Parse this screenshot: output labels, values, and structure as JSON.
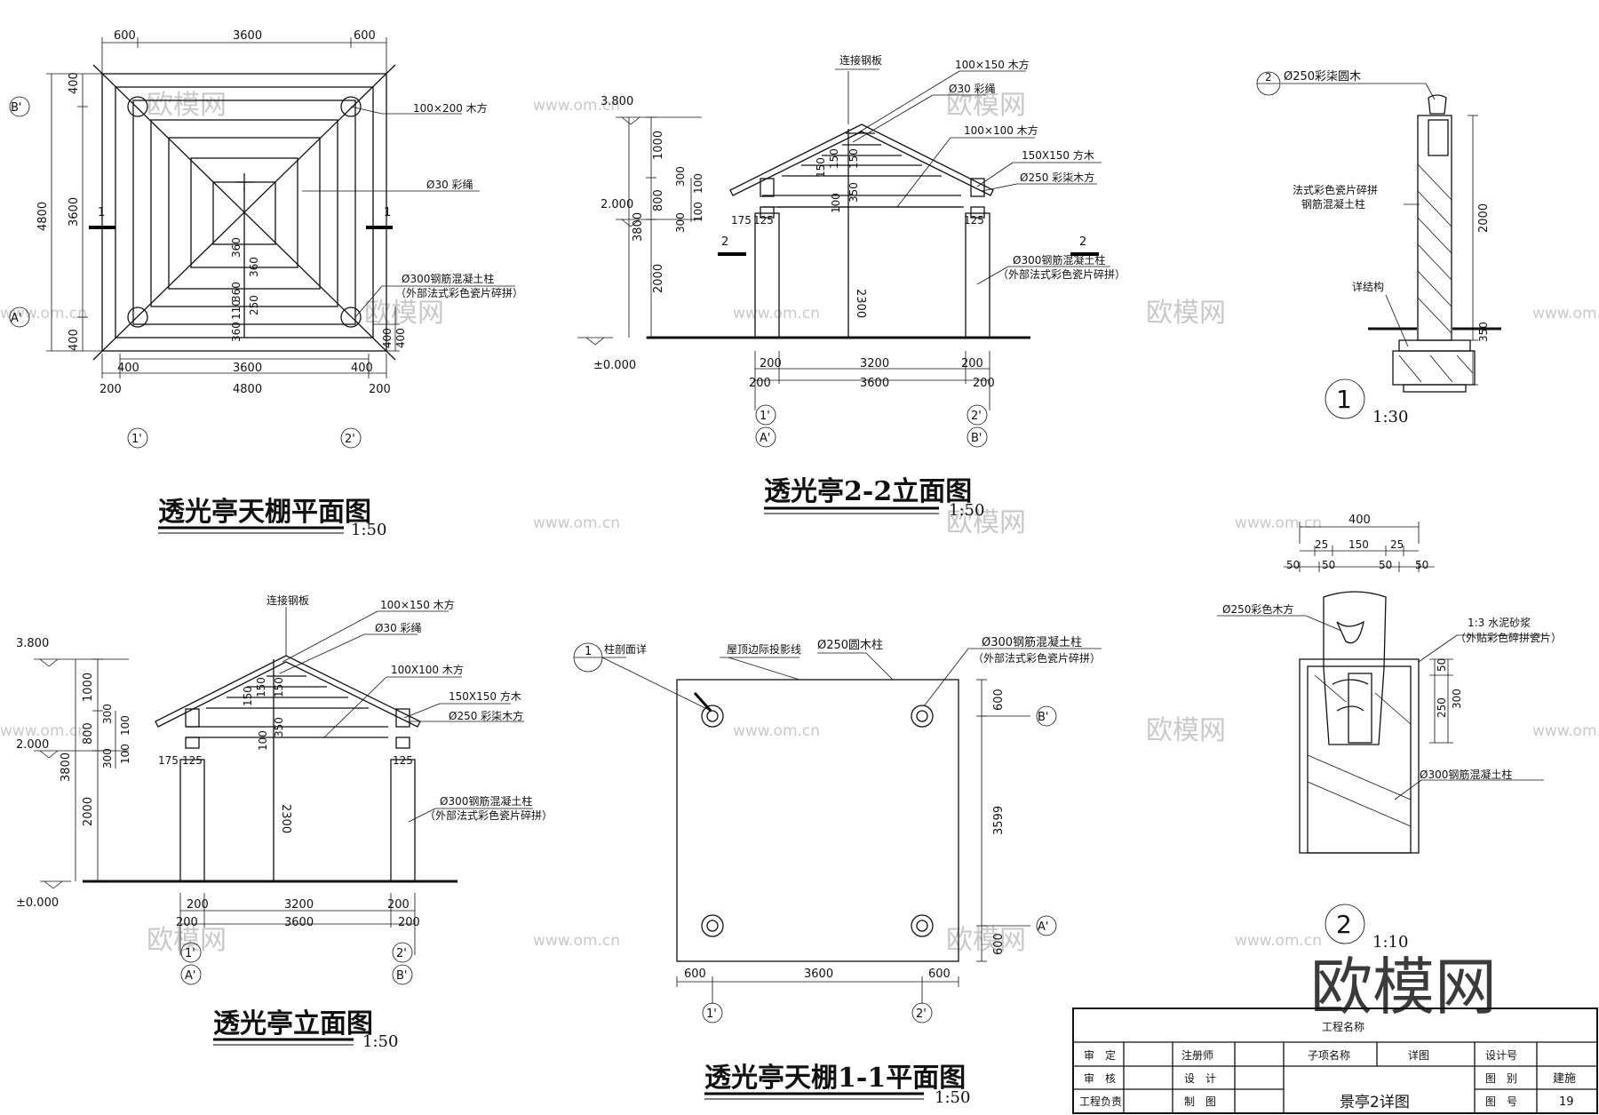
{
  "watermark": {
    "logo": "欧模网",
    "url": "www.om.cn"
  },
  "plan": {
    "title": "透光亭天棚平面图",
    "scale": "1:50",
    "dim_top": [
      "600",
      "3600",
      "600"
    ],
    "dim_left_outer": "4800",
    "dim_left_inner": [
      "400",
      "3600",
      "400"
    ],
    "dim_bottom1": [
      "400",
      "3600",
      "400"
    ],
    "dim_bottom2": [
      "200",
      "4800",
      "200"
    ],
    "inner_dims": [
      "360",
      "360",
      "360",
      "250",
      "360",
      "110"
    ],
    "side_dims": [
      "400",
      "400"
    ],
    "axes": {
      "b": "B'",
      "a": "A'",
      "one": "1'",
      "two": "2'"
    },
    "section_mark": "1",
    "callouts": {
      "timber": "100×200 木方",
      "rope": "Ø30 彩绳",
      "column": "Ø300钢筋混凝土柱",
      "column_note": "（外部法式彩色瓷片碎拼）"
    }
  },
  "section22": {
    "title": "透光亭2-2立面图",
    "scale": "1:50",
    "levels": {
      "top": "3.800",
      "mid": "2.000",
      "base": "±0.000"
    },
    "dim_v_outer": [
      "1000",
      "800",
      "2000"
    ],
    "dim_v_total": "3800",
    "dim_v_inner": [
      "300",
      "100",
      "100",
      "300"
    ],
    "dim_roof": [
      "150",
      "150",
      "150",
      "350",
      "100"
    ],
    "dim_h1": [
      "200",
      "3200",
      "200"
    ],
    "dim_h2": [
      "200",
      "3600",
      "200"
    ],
    "dim_eave": [
      "175",
      "125"
    ],
    "col_height": "2300",
    "section_mark": "2",
    "callouts": {
      "plate": "连接钢板",
      "timber1": "100×150 木方",
      "rope": "Ø30 彩绳",
      "timber2": "100×100 木方",
      "timber3": "150X150 方木",
      "log": "Ø250 彩柒木方",
      "column": "Ø300钢筋混凝土柱",
      "column_note": "（外部法式彩色瓷片碎拼）"
    },
    "axes": {
      "one": "1'",
      "a": "A'",
      "two": "2'",
      "b": "B'"
    }
  },
  "elevation": {
    "title": "透光亭立面图",
    "scale": "1:50",
    "levels": {
      "top": "3.800",
      "mid": "2.000",
      "base": "±0.000"
    },
    "dim_v_outer": [
      "1000",
      "800",
      "2000"
    ],
    "dim_v_total": "3800",
    "dim_v_inner": [
      "300",
      "100",
      "100",
      "300"
    ],
    "dim_roof": [
      "150",
      "150",
      "150",
      "350",
      "100"
    ],
    "dim_h1": [
      "200",
      "3200",
      "200"
    ],
    "dim_h2": [
      "200",
      "3600",
      "200"
    ],
    "dim_eave": [
      "175",
      "125"
    ],
    "col_height": "2300",
    "callouts": {
      "plate": "连接钢板",
      "timber1": "100×150 木方",
      "rope": "Ø30 彩绳",
      "timber2": "100X100 木方",
      "timber3": "150X150 方木",
      "log": "Ø250 彩柒木方",
      "column": "Ø300钢筋混凝土柱",
      "column_note": "（外部法式彩色瓷片碎拼）"
    },
    "axes": {
      "one": "1'",
      "a": "A'",
      "two": "2'",
      "b": "B'"
    }
  },
  "section11": {
    "title": "透光亭天棚1-1平面图",
    "scale": "1:50",
    "detail_ref": {
      "num": "1",
      "text": "柱剖面详"
    },
    "callouts": {
      "roof_line": "屋顶边际投影线",
      "log_col": "Ø250圆木柱",
      "column": "Ø300钢筋混凝土柱",
      "column_note": "（外部法式彩色瓷片碎拼）"
    },
    "dim_right": [
      "600",
      "3599",
      "600"
    ],
    "dim_bottom": [
      "600",
      "3600",
      "600"
    ],
    "axes": {
      "b": "B'",
      "a": "A'",
      "one": "1'",
      "two": "2'"
    }
  },
  "detail1": {
    "num": "1",
    "scale": "1:30",
    "ref": "2",
    "label_top": "Ø250彩柒圆木",
    "label_tile": "法式彩色瓷片碎拼",
    "label_col": "钢筋混凝土柱",
    "label_base": "详结构",
    "dim_height": "2000",
    "dim_base": "350"
  },
  "detail2": {
    "num": "2",
    "scale": "1:10",
    "dim_top": "400",
    "dim_mid": [
      "25",
      "150",
      "25"
    ],
    "dim_bot": [
      "50",
      "50",
      "50",
      "50"
    ],
    "label_log": "Ø250彩色木方",
    "label_mortar": "1:3 水泥砂浆",
    "label_mortar_note": "（外贴彩色碎拼瓷片）",
    "label_col": "Ø300钢筋混凝土柱",
    "dims_v": [
      "50",
      "250",
      "300"
    ]
  },
  "titleblock": {
    "project_label": "工程名称",
    "rows": [
      [
        "审　定",
        "注册师"
      ],
      [
        "审　核",
        "设　计"
      ],
      [
        "工程负责",
        "制　图"
      ]
    ],
    "subitem_label": "子项名称",
    "subitem_value": "详图",
    "drawing_name": "景亭2详图",
    "right_labels": [
      "设计号",
      "图　别",
      "图　号"
    ],
    "right_values": [
      "",
      "建施",
      "19"
    ]
  }
}
